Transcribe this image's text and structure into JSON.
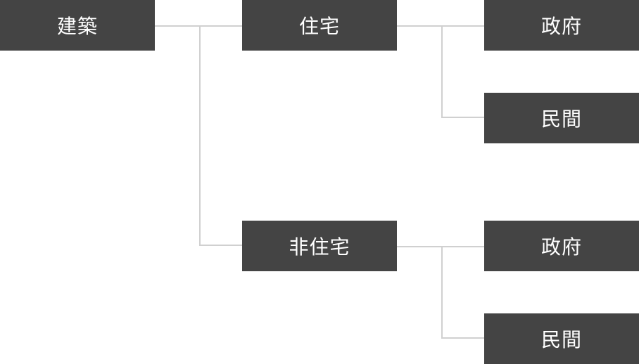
{
  "tree": {
    "root": {
      "label": "建築"
    },
    "residential": {
      "label": "住宅",
      "government": {
        "label": "政府"
      },
      "private": {
        "label": "民間"
      }
    },
    "non_residential": {
      "label": "非住宅",
      "government": {
        "label": "政府"
      },
      "private": {
        "label": "民間"
      }
    }
  },
  "colors": {
    "node_fill": "#444444",
    "node_text": "#ffffff",
    "connector": "#d0d0d0",
    "background": "#ffffff"
  }
}
